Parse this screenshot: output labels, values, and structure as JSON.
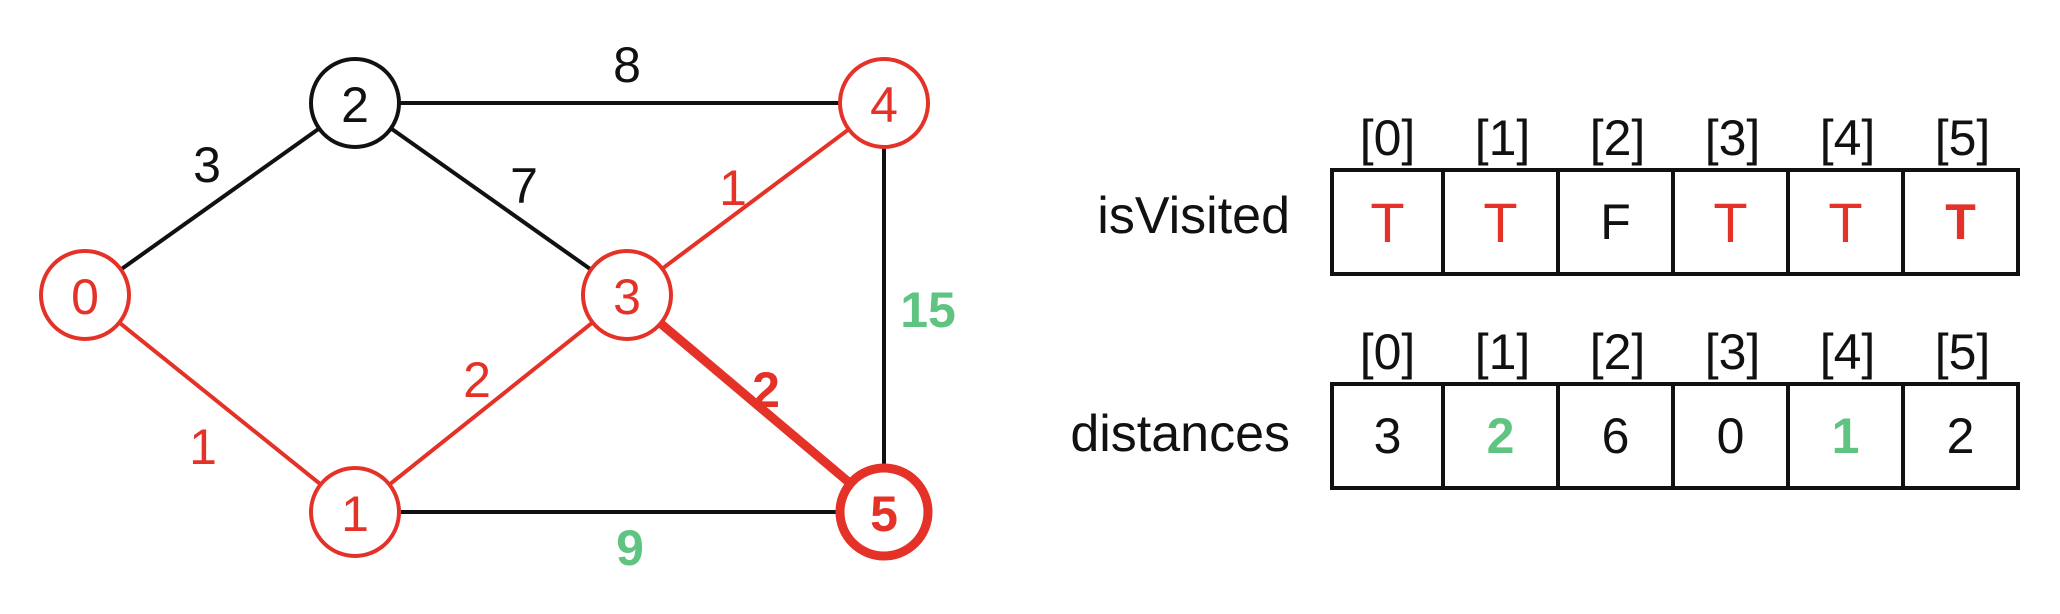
{
  "colors": {
    "visited": "#e53228",
    "default": "#111111",
    "updated": "#5fc481"
  },
  "graph": {
    "nodes": [
      {
        "id": "0",
        "label": "0",
        "state": "visited"
      },
      {
        "id": "1",
        "label": "1",
        "state": "visited"
      },
      {
        "id": "2",
        "label": "2",
        "state": "default"
      },
      {
        "id": "3",
        "label": "3",
        "state": "visited"
      },
      {
        "id": "4",
        "label": "4",
        "state": "visited"
      },
      {
        "id": "5",
        "label": "5",
        "state": "current"
      }
    ],
    "edges": [
      {
        "from": "0",
        "to": "2",
        "weight": "3",
        "state": "default"
      },
      {
        "from": "0",
        "to": "1",
        "weight": "1",
        "state": "visited"
      },
      {
        "from": "2",
        "to": "4",
        "weight": "8",
        "state": "default"
      },
      {
        "from": "2",
        "to": "3",
        "weight": "7",
        "state": "default"
      },
      {
        "from": "3",
        "to": "4",
        "weight": "1",
        "state": "visited"
      },
      {
        "from": "1",
        "to": "3",
        "weight": "2",
        "state": "visited"
      },
      {
        "from": "3",
        "to": "5",
        "weight": "2",
        "state": "current"
      },
      {
        "from": "4",
        "to": "5",
        "weight": "15",
        "state": "updated"
      },
      {
        "from": "1",
        "to": "5",
        "weight": "9",
        "state": "updated"
      }
    ]
  },
  "isVisited": {
    "label": "isVisited",
    "headers": [
      "[0]",
      "[1]",
      "[2]",
      "[3]",
      "[4]",
      "[5]"
    ],
    "values": [
      "T",
      "T",
      "F",
      "T",
      "T",
      "T"
    ],
    "styles": [
      "red-thin",
      "red-thin",
      "default",
      "red-thin",
      "red-thin",
      "red-bold"
    ]
  },
  "distances": {
    "label": "distances",
    "headers": [
      "[0]",
      "[1]",
      "[2]",
      "[3]",
      "[4]",
      "[5]"
    ],
    "values": [
      "3",
      "2",
      "6",
      "0",
      "1",
      "2"
    ],
    "styles": [
      "default",
      "green",
      "default",
      "default",
      "green",
      "default"
    ]
  }
}
